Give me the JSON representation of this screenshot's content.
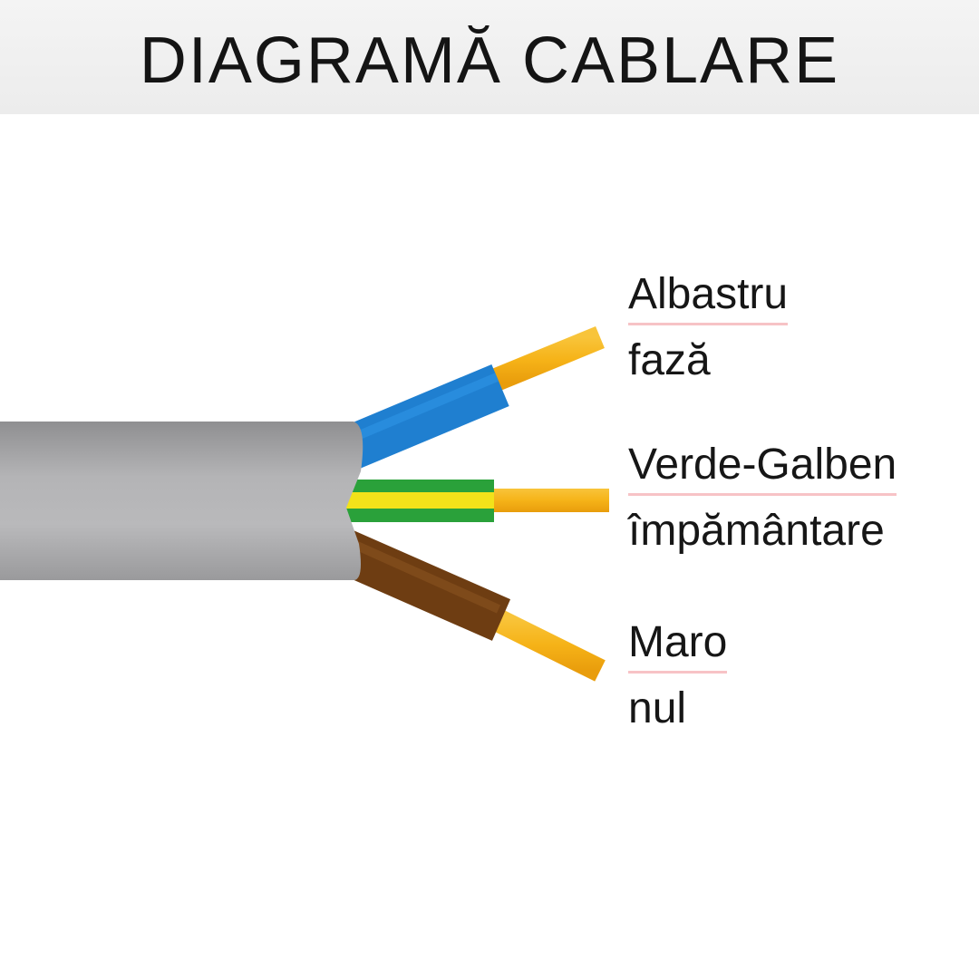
{
  "title": "DIAGRAMĂ CABLARE",
  "wires": [
    {
      "name": "Albastru",
      "role": "fază",
      "insulation_color": "#1f7fd0"
    },
    {
      "name": "Verde-Galben",
      "role": "împământare",
      "insulation_color": "#2aa13a",
      "stripe_color": "#f2e21a"
    },
    {
      "name": "Maro",
      "role": "nul",
      "insulation_color": "#6e3d12"
    }
  ],
  "colors": {
    "sheath": "#a9a9ab",
    "conductor": "#f6b318",
    "underline": "#f7c3c6",
    "header_background": "#efefef"
  }
}
